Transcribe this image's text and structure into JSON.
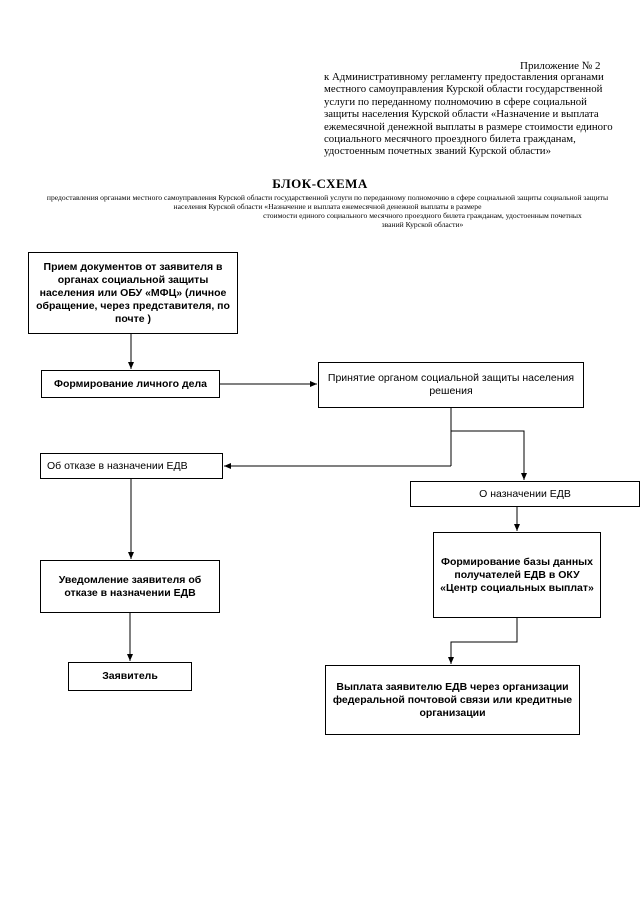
{
  "header": {
    "appendix_no": "Приложение № 2",
    "appendix_text": "к  Административному  регламенту предоставления органами местного самоуправления Курской области государственной услуги по переданному полномочию в сфере социальной защиты населения Курской области  «Назначение и выплата ежемесячной денежной выплаты в размере стоимости единого социального месячного проездного билета гражданам, удостоенным почетных званий Курской области»"
  },
  "title": "БЛОК-СХЕМА",
  "subtitle_line1": "предоставления органами местного самоуправления Курской области  государственной услуги по переданному полномочию в сфере социальной защиты   социальной защиты населения   Курской области «Назначение и выплата ежемесячной денежной  выплаты в размере",
  "subtitle_line2": "стоимости  единого  социального  месячного  проездного  билета  гражданам, удостоенным почетных званий Курской области»",
  "boxes": {
    "receive_docs": "Прием документов от заявителя в органах социальной защиты населения или  ОБУ «МФЦ» (личное обращение, через представителя, по почте )",
    "personal_file": "Формирование личного дела",
    "decision": "Принятие  органом социальной защиты населения решения",
    "refusal": "Об отказе в назначении ЕДВ",
    "assignment": "О назначении ЕДВ",
    "notify_refusal": "Уведомление заявителя об отказе в назначении ЕДВ",
    "database": "Формирование базы  данных получателей ЕДВ в ОКУ «Центр социальных выплат»",
    "applicant": "Заявитель",
    "payment": "Выплата заявителю ЕДВ через организации федеральной почтовой связи или кредитные организации"
  }
}
